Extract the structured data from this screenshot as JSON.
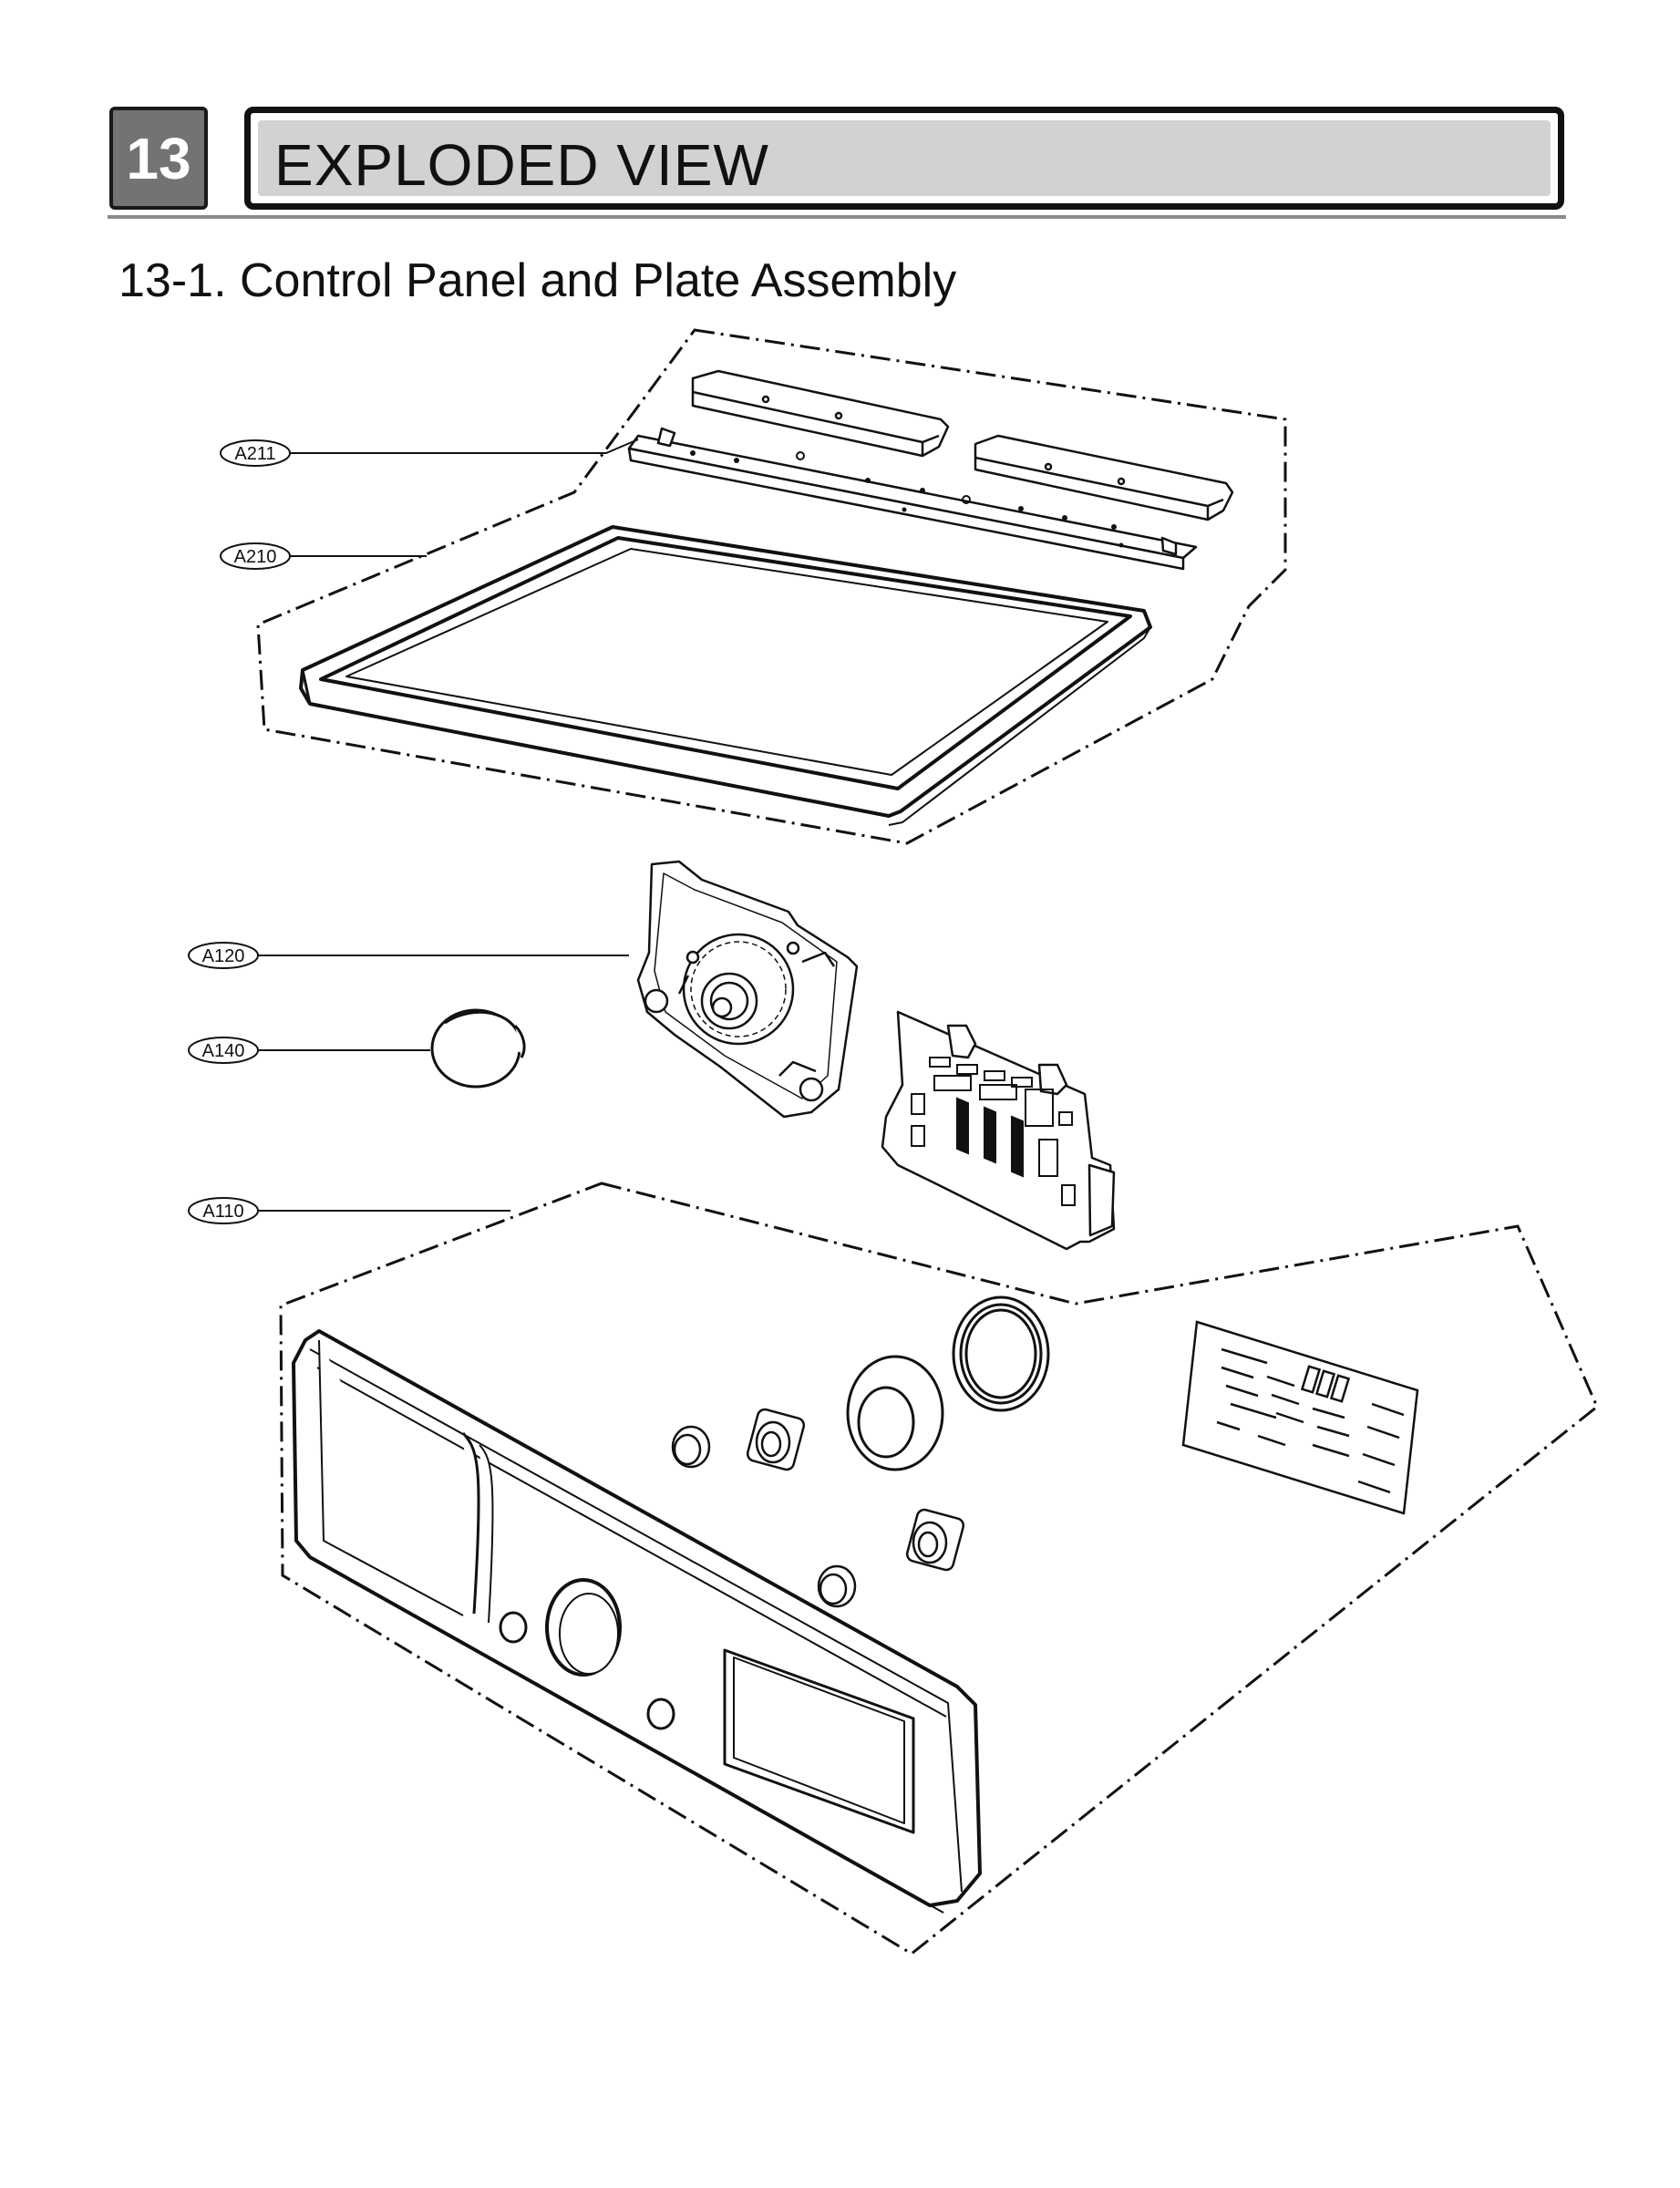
{
  "header": {
    "section_number": "13",
    "section_title": "EXPLODED VIEW",
    "subsection_number": "13-1.",
    "subsection_title": "Control Panel and Plate Assembly"
  },
  "callouts": [
    {
      "id": "A211",
      "label": "A211"
    },
    {
      "id": "A210",
      "label": "A210"
    },
    {
      "id": "A120",
      "label": "A120"
    },
    {
      "id": "A140",
      "label": "A140"
    },
    {
      "id": "A110",
      "label": "A110"
    }
  ],
  "colors": {
    "section_badge": "#737373",
    "title_fill": "#d2d2d2",
    "line": "#111111"
  }
}
